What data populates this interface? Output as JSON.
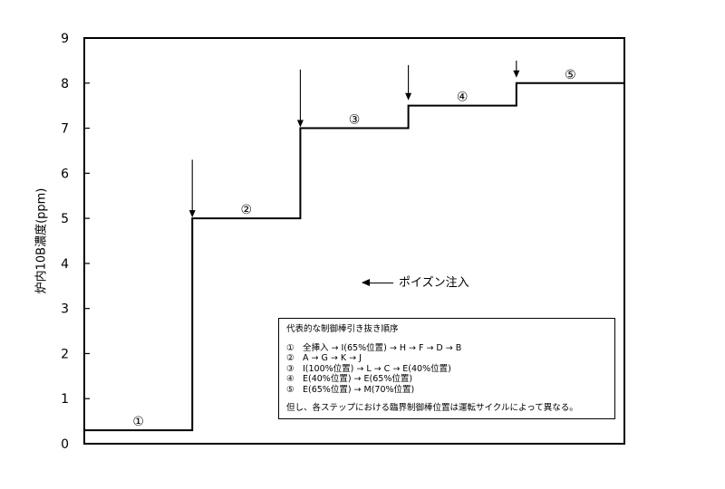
{
  "chart_data": {
    "type": "line",
    "step": true,
    "ylabel": "炉内10B濃度(ppm)",
    "xlabel": "",
    "ylim": [
      0,
      9
    ],
    "yticks": [
      "0",
      "1",
      "2",
      "3",
      "4",
      "5",
      "6",
      "7",
      "8",
      "9"
    ],
    "grid": false,
    "segments": [
      {
        "label": "①",
        "x": [
          0.0,
          0.2
        ],
        "y": 0.3
      },
      {
        "label": "②",
        "x": [
          0.2,
          0.4
        ],
        "y": 5.0
      },
      {
        "label": "③",
        "x": [
          0.4,
          0.6
        ],
        "y": 7.0
      },
      {
        "label": "④",
        "x": [
          0.6,
          0.8
        ],
        "y": 7.5
      },
      {
        "label": "⑤",
        "x": [
          0.8,
          1.0
        ],
        "y": 8.0
      }
    ],
    "arrows_at_steps": [
      {
        "x": 0.2,
        "from_y": 6.3,
        "to_y": 5.0
      },
      {
        "x": 0.4,
        "from_y": 8.3,
        "to_y": 7.0
      },
      {
        "x": 0.6,
        "from_y": 8.4,
        "to_y": 7.6
      },
      {
        "x": 0.8,
        "from_y": 8.5,
        "to_y": 8.1
      }
    ],
    "annotation": "ポイズン注入",
    "legend": {
      "title": "代表的な制御棒引き抜き順序",
      "items": [
        {
          "num": "①",
          "text": "全挿入 → I(65%位置) → H → F → D → B"
        },
        {
          "num": "②",
          "text": "A → G → K → J"
        },
        {
          "num": "③",
          "text": "I(100%位置) → L → C → E(40%位置)"
        },
        {
          "num": "④",
          "text": "E(40%位置) → E(65%位置)"
        },
        {
          "num": "⑤",
          "text": "E(65%位置) → M(70%位置)"
        }
      ],
      "note": "但し、各ステップにおける臨界制御棒位置は運転サイクルによって異なる。"
    }
  }
}
